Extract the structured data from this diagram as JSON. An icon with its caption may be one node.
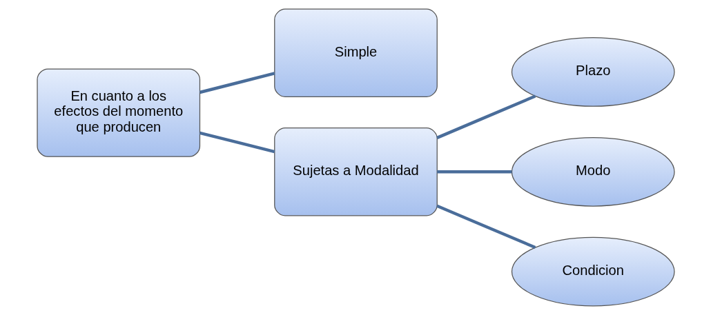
{
  "diagram": {
    "nodes": [
      {
        "text": [
          "En cuanto a los efectos del momento que producen"
        ]
      },
      {
        "text": [
          "Simple"
        ]
      },
      {
        "text": [
          "Sujetas a Modalidad"
        ]
      },
      {
        "text": [
          "Plazo"
        ]
      },
      {
        "text": [
          "Modo"
        ]
      },
      {
        "text": [
          "Condicion"
        ]
      }
    ],
    "edges": [
      {
        "from": 0,
        "to": 1,
        "arrow": "none"
      },
      {
        "from": 0,
        "to": 2,
        "arrow": "none"
      },
      {
        "from": 2,
        "to": 3,
        "arrow": "none"
      },
      {
        "from": 2,
        "to": 4,
        "arrow": "none"
      },
      {
        "from": 2,
        "to": 5,
        "arrow": "none"
      }
    ]
  }
}
